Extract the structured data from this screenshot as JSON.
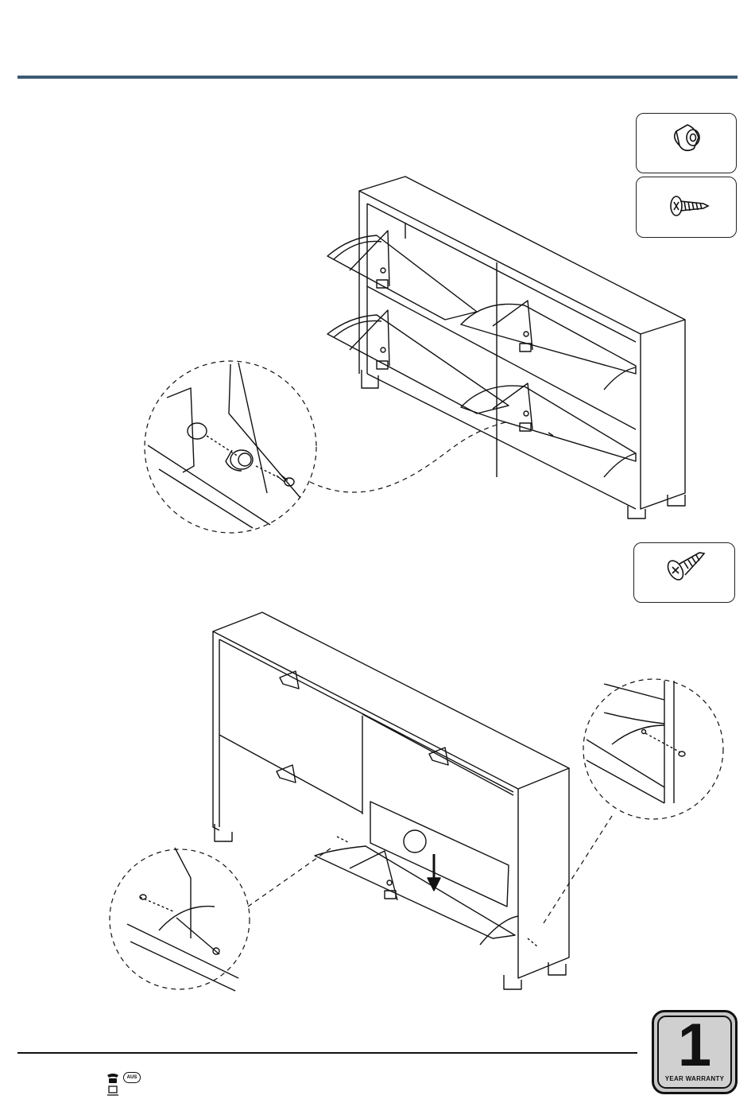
{
  "warranty": {
    "number": "1",
    "label": "YEAR WARRANTY"
  },
  "footer": {
    "region_badge": "AUS"
  },
  "icons": {
    "phone": "phone-icon",
    "computer": "computer-icon",
    "cam_nut": "cam-nut-icon",
    "screw": "screw-icon"
  }
}
